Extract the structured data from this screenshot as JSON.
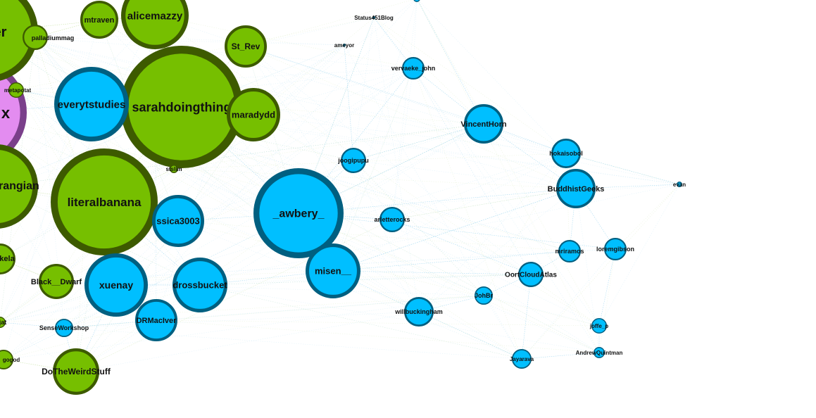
{
  "colors": {
    "green_fill": "#76bf00",
    "green_stroke": "#3d5a00",
    "blue_fill": "#00bfff",
    "blue_stroke": "#005f80",
    "purple_fill": "#e38cf0",
    "purple_stroke": "#7a3f8a",
    "edge_blue": "#8fd0ee",
    "edge_green": "#b7d98a"
  },
  "nodes": [
    {
      "id": "n_er",
      "label": "er",
      "group": "green"
    },
    {
      "id": "n_mtraven",
      "label": "mtraven",
      "group": "green"
    },
    {
      "id": "n_alicemazzy",
      "label": "alicemazzy",
      "group": "green"
    },
    {
      "id": "n_palladium",
      "label": "palladiummag",
      "group": "green"
    },
    {
      "id": "n_strev",
      "label": "St_Rev",
      "group": "green"
    },
    {
      "id": "n_metapotat",
      "label": "metapotat",
      "group": "green"
    },
    {
      "id": "n_x",
      "label": "x",
      "group": "purple"
    },
    {
      "id": "n_every",
      "label": "everytstudies",
      "group": "blue"
    },
    {
      "id": "n_sarah",
      "label": "sarahdoingthing",
      "group": "green"
    },
    {
      "id": "n_mara",
      "label": "maradydd",
      "group": "green"
    },
    {
      "id": "n_grangian",
      "label": "grangian",
      "group": "green"
    },
    {
      "id": "n_stslim",
      "label": "stslim",
      "group": "green"
    },
    {
      "id": "n_literal",
      "label": "literalbanana",
      "group": "green"
    },
    {
      "id": "n_jessica",
      "label": "ssica3003",
      "group": "blue"
    },
    {
      "id": "n_awbery",
      "label": "_awbery_",
      "group": "blue"
    },
    {
      "id": "n_misen",
      "label": "misen__",
      "group": "blue"
    },
    {
      "id": "n_kela",
      "label": "kela",
      "group": "green"
    },
    {
      "id": "n_blackdwarf",
      "label": "Black__Dwarf",
      "group": "green"
    },
    {
      "id": "n_xuenay",
      "label": "xuenay",
      "group": "blue"
    },
    {
      "id": "n_dross",
      "label": "drossbucket",
      "group": "blue"
    },
    {
      "id": "n_drmac",
      "label": "DRMacIver",
      "group": "blue"
    },
    {
      "id": "n_jat",
      "label": "jat",
      "group": "green"
    },
    {
      "id": "n_sense",
      "label": "SenseWorkshop",
      "group": "blue"
    },
    {
      "id": "n_gogod",
      "label": "gogod",
      "group": "green"
    },
    {
      "id": "n_weird",
      "label": "DoTheWeirdStuff",
      "group": "green"
    },
    {
      "id": "n_status",
      "label": "Status451Blog",
      "group": "blue"
    },
    {
      "id": "n_ameyor",
      "label": "ameyor",
      "group": "blue"
    },
    {
      "id": "n_topdot",
      "label": "",
      "group": "blue"
    },
    {
      "id": "n_vervaeke",
      "label": "vervaeke_john",
      "group": "blue"
    },
    {
      "id": "n_joogi",
      "label": "joogipupu",
      "group": "blue"
    },
    {
      "id": "n_arlette",
      "label": "arletterocks",
      "group": "blue"
    },
    {
      "id": "n_vincent",
      "label": "VincentHorn",
      "group": "blue"
    },
    {
      "id": "n_hok",
      "label": "hokaisobol",
      "group": "blue"
    },
    {
      "id": "n_buddhist",
      "label": "BuddhistGeeks",
      "group": "blue"
    },
    {
      "id": "n_evan",
      "label": "evan",
      "group": "blue"
    },
    {
      "id": "n_mriramos",
      "label": "mriramos",
      "group": "blue"
    },
    {
      "id": "n_lorem",
      "label": "loremgibson",
      "group": "blue"
    },
    {
      "id": "n_oort",
      "label": "OortCloudAtlas",
      "group": "blue"
    },
    {
      "id": "n_johnbr",
      "label": "JohBr",
      "group": "blue"
    },
    {
      "id": "n_willbuck",
      "label": "willbuckingham",
      "group": "blue"
    },
    {
      "id": "n_joffe",
      "label": "joffe_p",
      "group": "blue"
    },
    {
      "id": "n_jayarava",
      "label": "Jayarava",
      "group": "blue"
    },
    {
      "id": "n_andrew",
      "label": "AndrewQuintman",
      "group": "blue"
    }
  ],
  "edges": [
    [
      "n_sarah",
      "n_every"
    ],
    [
      "n_sarah",
      "n_literal"
    ],
    [
      "n_sarah",
      "n_mara"
    ],
    [
      "n_sarah",
      "n_alicemazzy"
    ],
    [
      "n_sarah",
      "n_awbery"
    ],
    [
      "n_literal",
      "n_xuenay"
    ],
    [
      "n_literal",
      "n_jessica"
    ],
    [
      "n_literal",
      "n_grangian"
    ],
    [
      "n_awbery",
      "n_misen"
    ],
    [
      "n_awbery",
      "n_joogi"
    ],
    [
      "n_awbery",
      "n_arlette"
    ],
    [
      "n_awbery",
      "n_vincent"
    ],
    [
      "n_awbery",
      "n_buddhist"
    ],
    [
      "n_misen",
      "n_willbuck"
    ],
    [
      "n_misen",
      "n_oort"
    ],
    [
      "n_vincent",
      "n_buddhist"
    ],
    [
      "n_vincent",
      "n_hok"
    ],
    [
      "n_buddhist",
      "n_evan"
    ],
    [
      "n_buddhist",
      "n_mriramos"
    ],
    [
      "n_buddhist",
      "n_lorem"
    ],
    [
      "n_oort",
      "n_jayarava"
    ],
    [
      "n_oort",
      "n_johnbr"
    ],
    [
      "n_jayarava",
      "n_andrew"
    ],
    [
      "n_joffe",
      "n_andrew"
    ],
    [
      "n_lorem",
      "n_joffe"
    ],
    [
      "n_mriramos",
      "n_oort"
    ],
    [
      "n_willbuck",
      "n_jayarava"
    ],
    [
      "n_vervaeke",
      "n_vincent"
    ],
    [
      "n_vervaeke",
      "n_awbery"
    ],
    [
      "n_status",
      "n_awbery"
    ],
    [
      "n_ameyor",
      "n_joogi"
    ],
    [
      "n_xuenay",
      "n_dross"
    ],
    [
      "n_xuenay",
      "n_drmac"
    ],
    [
      "n_drmac",
      "n_sense"
    ],
    [
      "n_weird",
      "n_xuenay"
    ],
    [
      "n_blackdwarf",
      "n_xuenay"
    ],
    [
      "n_every",
      "n_x"
    ],
    [
      "n_strev",
      "n_sarah"
    ],
    [
      "n_mtraven",
      "n_alicemazzy"
    ],
    [
      "n_er",
      "n_alicemazzy"
    ],
    [
      "n_dross",
      "n_misen"
    ],
    [
      "n_jessica",
      "n_awbery"
    ],
    [
      "n_hok",
      "n_evan"
    ],
    [
      "n_johnbr",
      "n_willbuck"
    ],
    [
      "n_joogi",
      "n_vincent"
    ],
    [
      "n_arlette",
      "n_oort"
    ],
    [
      "n_misen",
      "n_buddhist"
    ],
    [
      "n_misen",
      "n_mriramos"
    ],
    [
      "n_awbery",
      "n_lorem"
    ],
    [
      "n_sense",
      "n_weird"
    ],
    [
      "n_kela",
      "n_blackdwarf"
    ],
    [
      "n_literal",
      "n_dross"
    ],
    [
      "n_topdot",
      "n_vincent"
    ],
    [
      "n_status",
      "n_vervaeke"
    ],
    [
      "n_gogod",
      "n_weird"
    ],
    [
      "n_jat",
      "n_sense"
    ],
    [
      "n_palladium",
      "n_mtraven"
    ],
    [
      "n_metapotat",
      "n_every"
    ],
    [
      "n_stslim",
      "n_literal"
    ]
  ]
}
